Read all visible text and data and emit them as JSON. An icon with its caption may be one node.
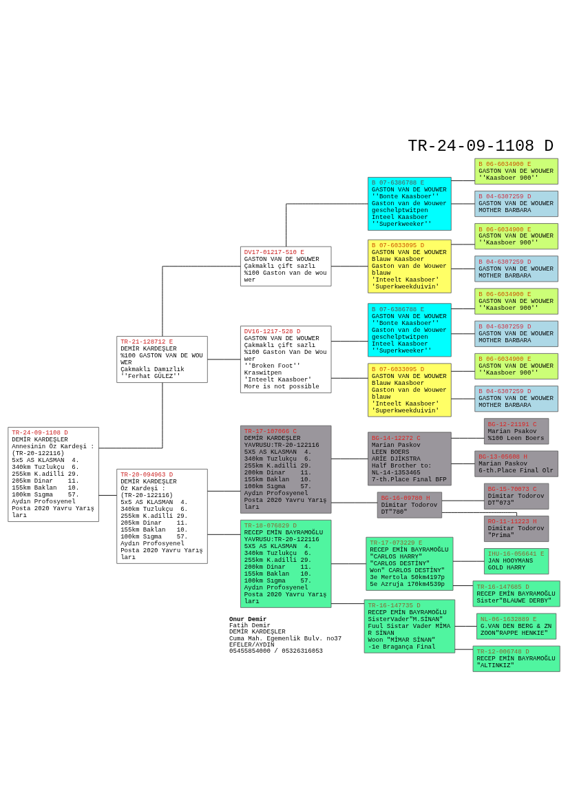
{
  "diagram": {
    "title": "TR-24-09-1108 D",
    "nodes": [
      {
        "text": [
          "TR-24-09-1108 D",
          "DEMİR KARDEŞLER",
          "Annesinin Öz Kardeşi :",
          "(TR-20-122116)",
          "5x5 AS KLASMAN  4.",
          "340km Tuzlukçu  6.",
          "255km K.adilli 29.",
          "205km Dinar    11.",
          "155km Baklan   10.",
          "100km Sıgma    57.",
          "Aydın Profosyenel",
          "Posta 2020 Yavru Yarış",
          "ları"
        ]
      },
      {
        "text": [
          "TR-21-128712 E",
          "DEMİR KARDEŞLER",
          "%100 GASTON VAN DE WOU",
          "WER",
          "Çakmaklı Damızlık",
          "''Ferhat GÜLEZ''"
        ]
      },
      {
        "text": [
          "DV17-01217-510 E",
          "GASTON VAN DE WOUWER",
          "Çakmaklı çift sazlı",
          "%100 Gaston van de wou",
          "wer"
        ]
      },
      {
        "text": [
          "B 07-6386788 E",
          "GASTON VAN DE WOUWER",
          "''Bonte Kaasboer''",
          "Gaston van de Wouwer",
          "geschelptwitpen",
          "Inteel Kaasboer",
          "''Superkweeker''"
        ]
      },
      {
        "text": [
          "B 06-6034900 E",
          "GASTON VAN DE WOUWER",
          "''Kaasboer 900''"
        ]
      },
      {
        "text": [
          "B 04-6307259 D",
          "GASTON VAN DE WOUWER",
          "MOTHER BARBARA"
        ]
      },
      {
        "text": [
          "B 07-6033095 D",
          "GASTON VAN DE WOUWER",
          "Blauw Kaasboer",
          "Gaston van de Wouwer",
          "blauw",
          "'Inteelt Kaasboer'",
          "'Superkweekduivin'"
        ]
      },
      {
        "text": [
          "B 06-6034900 E",
          "GASTON VAN DE WOUWER",
          "''Kaasboer 900''"
        ]
      },
      {
        "text": [
          "B 04-6307259 D",
          "GASTON VAN DE WOUWER",
          "MOTHER BARBARA"
        ]
      },
      {
        "text": [
          "DV16-1217-528 D",
          "GASTON VAN DE WOUWER",
          "Çakmaklı çift sazlı",
          "%100 Gaston Van De Wou",
          "wer",
          "''Broken Foot''",
          "Kraswitpen",
          "'Inteelt Kaasboer'",
          "More is not possible"
        ]
      },
      {
        "text": [
          "B 07-6386788 E",
          "GASTON VAN DE WOUWER",
          "''Bonte Kaasboer''",
          "Gaston van de Wouwer",
          "geschelptwitpen",
          "Inteel Kaasboer",
          "''Superkweeker''"
        ]
      },
      {
        "text": [
          "B 06-6034900 E",
          "GASTON VAN DE WOUWER",
          "''Kaasboer 900''"
        ]
      },
      {
        "text": [
          "B 04-6307259 D",
          "GASTON VAN DE WOUWER",
          "MOTHER BARBARA"
        ]
      },
      {
        "text": [
          "B 07-6033095 D",
          "GASTON VAN DE WOUWER",
          "Blauw Kaasboer",
          "Gaston van de Wouwer",
          "blauw",
          "'Inteelt Kaasboer'",
          "'Superkweekduivin'"
        ]
      },
      {
        "text": [
          "B 06-6034900 E",
          "GASTON VAN DE WOUWER",
          "''Kaasboer 900''"
        ]
      },
      {
        "text": [
          "B 04-6307259 D",
          "GASTON VAN DE WOUWER",
          "MOTHER BARBARA"
        ]
      },
      {
        "text": [
          "TR-20-094963 D",
          "DEMİR KARDEŞLER",
          "Öz Kardeşi :",
          "(TR-20-122116)",
          "5x5 AS KLASMAN  4.",
          "340km Tuzlukçu  6.",
          "255km K.adilli 29.",
          "205km Dinar    11.",
          "155km Baklan   10.",
          "100km Sıgma    57.",
          "Aydın Profosyenel",
          "Posta 2020 Yavru Yarış",
          "ları"
        ]
      },
      {
        "text": [
          "TR-17-107066 C",
          "DEMİR KARDEŞLER",
          "YAVRUSU:TR-20-122116",
          "5X5 AS KLASMAN  4.",
          "340km Tuzlukçu  6.",
          "255km K.adilli 29.",
          "200km Dinar    11.",
          "155km Baklan   10.",
          "100km Sıgma    57.",
          "Aydın Profosyenel",
          "Posta 2020 Yavru Yarış",
          "ları"
        ]
      },
      {
        "text": [
          "BG-14-12272 C",
          "Marian Paskov",
          "LEEN BOERS",
          "ARİE DJİKSTRA",
          "Half Brother to:",
          "NL-14-1353465",
          "7-th.Place Fınal BFP"
        ]
      },
      {
        "text": [
          "BG-12-21191 C",
          "Marian Psakov",
          "%100 Leen Boers"
        ]
      },
      {
        "text": [
          "BG-13-05608 H",
          "Marian Paskov",
          "6-th.Place Final Olr"
        ]
      },
      {
        "text": [
          "BG-16-09780 H",
          "Dimitar Todorov",
          "DT\"780\""
        ]
      },
      {
        "text": [
          "BG-15-70073 C",
          "Dimitar Todorov",
          "DT\"073\""
        ]
      },
      {
        "text": [
          "RO-11-11223 H",
          "Dimitar Todorov",
          "\"Prima\""
        ]
      },
      {
        "text": [
          "TR-18-076829 D",
          "RECEP EMİN BAYRAMOĞLU",
          "YAVRUSU:TR-20-122116",
          "5X5 AS KLASMAN  4.",
          "340km Tuzlukçu  6.",
          "255km K.adilli 29.",
          "200km Dinar    11.",
          "155km Baklan   10.",
          "100km Sıgma    57.",
          "Aydın Profosyenel",
          "Posta 2020 Yavru Yarış",
          "ları"
        ]
      },
      {
        "text": [
          "TR-17-073229 E",
          "RECEP EMİN BAYRAMOĞLU",
          "\"CARLOS HARRY\"",
          "\"CARLOS DESTİNY\"",
          "Won\" CARLOS DESTİNY\"",
          "3e Mertola 50km4197p",
          "5e Azruja 170km4539p"
        ]
      },
      {
        "text": [
          "IHU-16-056641 E",
          "JAN HOOYMANS",
          "GOLD HARRY"
        ]
      },
      {
        "text": [
          "TR-16-147685 D",
          "RECEP EMİN BAYRAMOĞLU",
          "Sister\"BLAUWE DERBY\""
        ]
      },
      {
        "text": [
          "TR-16-147735 D",
          "RECEP EMİN BAYRAMOĞLU",
          "SisterVader\"M.SİNAN\"",
          "Fuul Sistar Vader MİMA",
          "R SİNAN",
          "Woon \"MİMAR SİNAN\"",
          "-1e Bragança Final"
        ]
      },
      {
        "text": [
          "NL-06-1632889 E",
          "G.VAN DEN BERG & ZN",
          "ZOON\"RAPPE HENKIE\""
        ]
      },
      {
        "text": [
          "TR-12-006748 D",
          "RECEP EMİN BAYRAMOĞLU",
          "\"ALTINKIZ\""
        ]
      }
    ],
    "edges": [
      {
        "from": 0,
        "to": 1,
        "arrow": "none"
      },
      {
        "from": 0,
        "to": 16,
        "arrow": "none"
      },
      {
        "from": 1,
        "to": 2,
        "arrow": "none"
      },
      {
        "from": 1,
        "to": 9,
        "arrow": "none"
      },
      {
        "from": 2,
        "to": 3,
        "arrow": "none"
      },
      {
        "from": 2,
        "to": 6,
        "arrow": "none"
      },
      {
        "from": 3,
        "to": 4,
        "arrow": "none"
      },
      {
        "from": 3,
        "to": 5,
        "arrow": "none"
      },
      {
        "from": 6,
        "to": 7,
        "arrow": "none"
      },
      {
        "from": 6,
        "to": 8,
        "arrow": "none"
      },
      {
        "from": 9,
        "to": 10,
        "arrow": "none"
      },
      {
        "from": 9,
        "to": 13,
        "arrow": "none"
      },
      {
        "from": 10,
        "to": 11,
        "arrow": "none"
      },
      {
        "from": 10,
        "to": 12,
        "arrow": "none"
      },
      {
        "from": 13,
        "to": 14,
        "arrow": "none"
      },
      {
        "from": 13,
        "to": 15,
        "arrow": "none"
      },
      {
        "from": 16,
        "to": 17,
        "arrow": "none"
      },
      {
        "from": 16,
        "to": 24,
        "arrow": "none"
      },
      {
        "from": 17,
        "to": 18,
        "arrow": "none"
      },
      {
        "from": 17,
        "to": 21,
        "arrow": "none"
      },
      {
        "from": 18,
        "to": 19,
        "arrow": "none"
      },
      {
        "from": 18,
        "to": 20,
        "arrow": "none"
      },
      {
        "from": 21,
        "to": 22,
        "arrow": "none"
      },
      {
        "from": 21,
        "to": 23,
        "arrow": "none"
      },
      {
        "from": 24,
        "to": 25,
        "arrow": "none"
      },
      {
        "from": 24,
        "to": 28,
        "arrow": "none"
      },
      {
        "from": 25,
        "to": 26,
        "arrow": "none"
      },
      {
        "from": 25,
        "to": 27,
        "arrow": "none"
      },
      {
        "from": 28,
        "to": 29,
        "arrow": "none"
      },
      {
        "from": 28,
        "to": 30,
        "arrow": "none"
      }
    ],
    "labels": [
      "Onur Demir",
      "Fatih Demir",
      "DEMİR KARDEŞLER",
      "Cuma Mah. Egemenlik Bulv. no37",
      "EFELER/AYDIN",
      "05455854000 / 05326316053"
    ]
  }
}
